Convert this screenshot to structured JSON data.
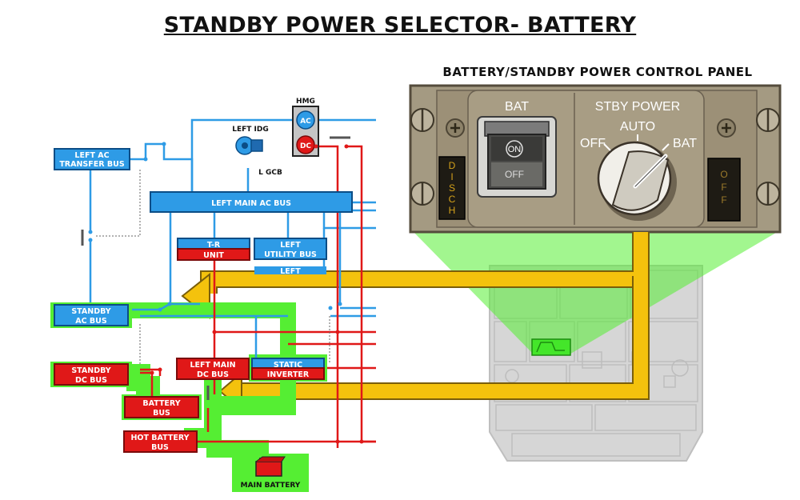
{
  "title": "STANDBY POWER SELECTOR- BATTERY",
  "panel": {
    "title": "BATTERY/STANDBY POWER CONTROL PANEL",
    "bat_label": "BAT",
    "bat_on": "ON",
    "bat_off": "OFF",
    "disch_letters": [
      "D",
      "I",
      "S",
      "C",
      "H"
    ],
    "stby_label": "STBY POWER",
    "pos_off": "OFF",
    "pos_auto": "AUTO",
    "pos_bat": "BAT",
    "off_letters": [
      "O",
      "F",
      "F"
    ]
  },
  "buses": {
    "left_ac_transfer": [
      "LEFT AC",
      "TRANSFER BUS"
    ],
    "left_main_ac": "LEFT MAIN AC BUS",
    "tr_unit": [
      "T-R",
      "UNIT"
    ],
    "left_utility": [
      "LEFT",
      "UTILITY BUS"
    ],
    "left_partial": "LEFT",
    "standby_ac": [
      "STANDBY",
      "AC BUS"
    ],
    "standby_dc": [
      "STANDBY",
      "DC BUS"
    ],
    "left_main_dc": [
      "LEFT MAIN",
      "DC BUS"
    ],
    "static_inverter": [
      "STATIC",
      "INVERTER"
    ],
    "battery_bus": [
      "BATTERY",
      "BUS"
    ],
    "hot_battery": [
      "HOT BATTERY",
      "BUS"
    ],
    "main_battery": "MAIN BATTERY"
  },
  "components": {
    "hmg": "HMG",
    "hmg_ac": "AC",
    "hmg_dc": "DC",
    "left_idg": "LEFT IDG",
    "l_gcb": "L GCB"
  },
  "colors": {
    "ac_blue": "#2e9be6",
    "dc_red": "#e01818",
    "highlight_green": "#55ee33",
    "arrow_yellow": "#f4c20d",
    "panel_bg": "#a49a82"
  }
}
